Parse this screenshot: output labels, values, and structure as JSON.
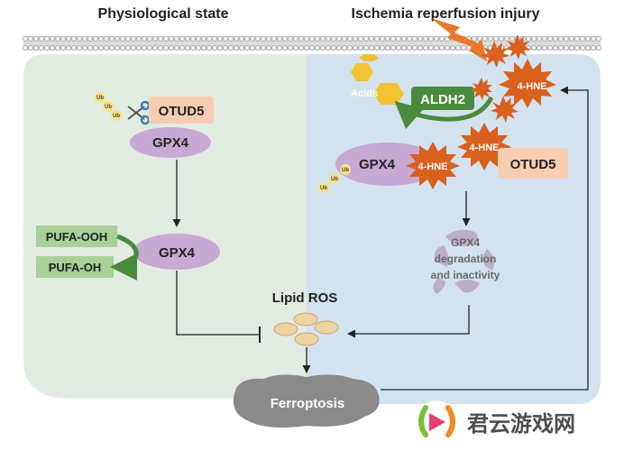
{
  "headers": {
    "left": "Physiological state",
    "right": "Ischemia reperfusion injury"
  },
  "left_panel": {
    "ub_labels": [
      "Ub",
      "Ub",
      "Ub"
    ],
    "otud5": "OTUD5",
    "gpx4_top": "GPX4",
    "gpx4_mid": "GPX4",
    "pufa_ooh": "PUFA-OOH",
    "pufa_oh": "PUFA-OH"
  },
  "right_panel": {
    "acids": "Acids",
    "aldh2": "ALDH2",
    "hne_top": "4-HNE",
    "hne_mid": "4-HNE",
    "hne_gpx": "4-HNE",
    "gpx4": "GPX4",
    "otud5": "OTUD5",
    "ub_labels": [
      "Ub",
      "Ub",
      "Ub"
    ],
    "degradation": [
      "GPX4",
      "degradation",
      "and inactivity"
    ]
  },
  "center": {
    "lipid_ros": "Lipid ROS",
    "ferroptosis": "Ferroptosis"
  },
  "watermark": {
    "text": "君云游戏网"
  },
  "colors": {
    "left_bg": "#e2ebe1",
    "right_bg": "#d3e2ef",
    "gpx4": "#c8a9d3",
    "otud5": "#f7cdb1",
    "hne": "#d9601d",
    "aldh2": "#4a8a3c",
    "pufa": "#a9d098",
    "acids": "#f1c232",
    "ros": "#ecd3a2",
    "ferroptosis": "#8a8a8a"
  }
}
